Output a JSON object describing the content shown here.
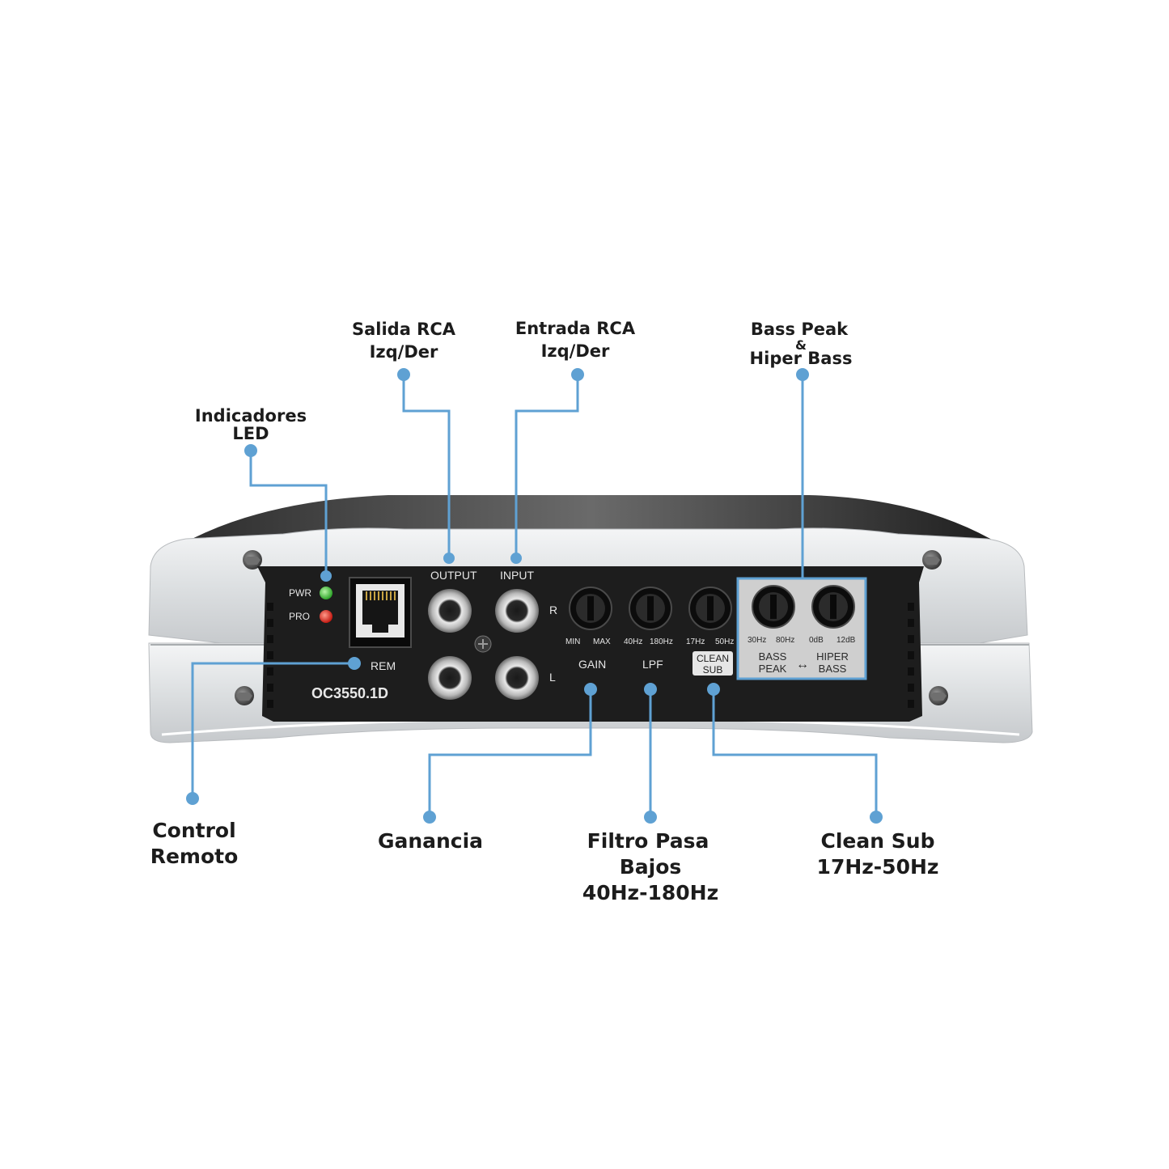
{
  "callouts": {
    "led": [
      "Indicadores",
      "LED"
    ],
    "output": [
      "Salida RCA",
      "Izq/Der"
    ],
    "input": [
      "Entrada RCA",
      "Izq/Der"
    ],
    "bass": [
      "Bass Peak",
      "&",
      "Hiper Bass"
    ],
    "remote": [
      "Control",
      "Remoto"
    ],
    "gain": [
      "Ganancia"
    ],
    "lpf": [
      "Filtro Pasa",
      "Bajos",
      "40Hz-180Hz"
    ],
    "clean": [
      "Clean Sub",
      "17Hz-50Hz"
    ]
  },
  "panel": {
    "pwr": "PWR",
    "pro": "PRO",
    "rem": "REM",
    "model": "OC3550.1D",
    "output": "OUTPUT",
    "input": "INPUT",
    "r": "R",
    "l": "L",
    "gain": {
      "label": "GAIN",
      "min": "MIN",
      "max": "MAX"
    },
    "lpf": {
      "label": "LPF",
      "min": "40Hz",
      "max": "180Hz"
    },
    "clean": {
      "label1": "CLEAN",
      "label2": "SUB",
      "min": "17Hz",
      "max": "50Hz"
    },
    "bass_peak": {
      "label1": "BASS",
      "label2": "PEAK",
      "min": "30Hz",
      "max": "80Hz"
    },
    "hiper_bass": {
      "label1": "HIPER",
      "label2": "BASS",
      "min": "0dB",
      "max": "12dB"
    },
    "arrow": "↔"
  },
  "colors": {
    "callout_line": "#5fa1d3",
    "panel": "#1d1d1d",
    "chassis": "#dfe1e3",
    "led_pwr": "#3fbf3a",
    "led_pro": "#d8221b"
  }
}
